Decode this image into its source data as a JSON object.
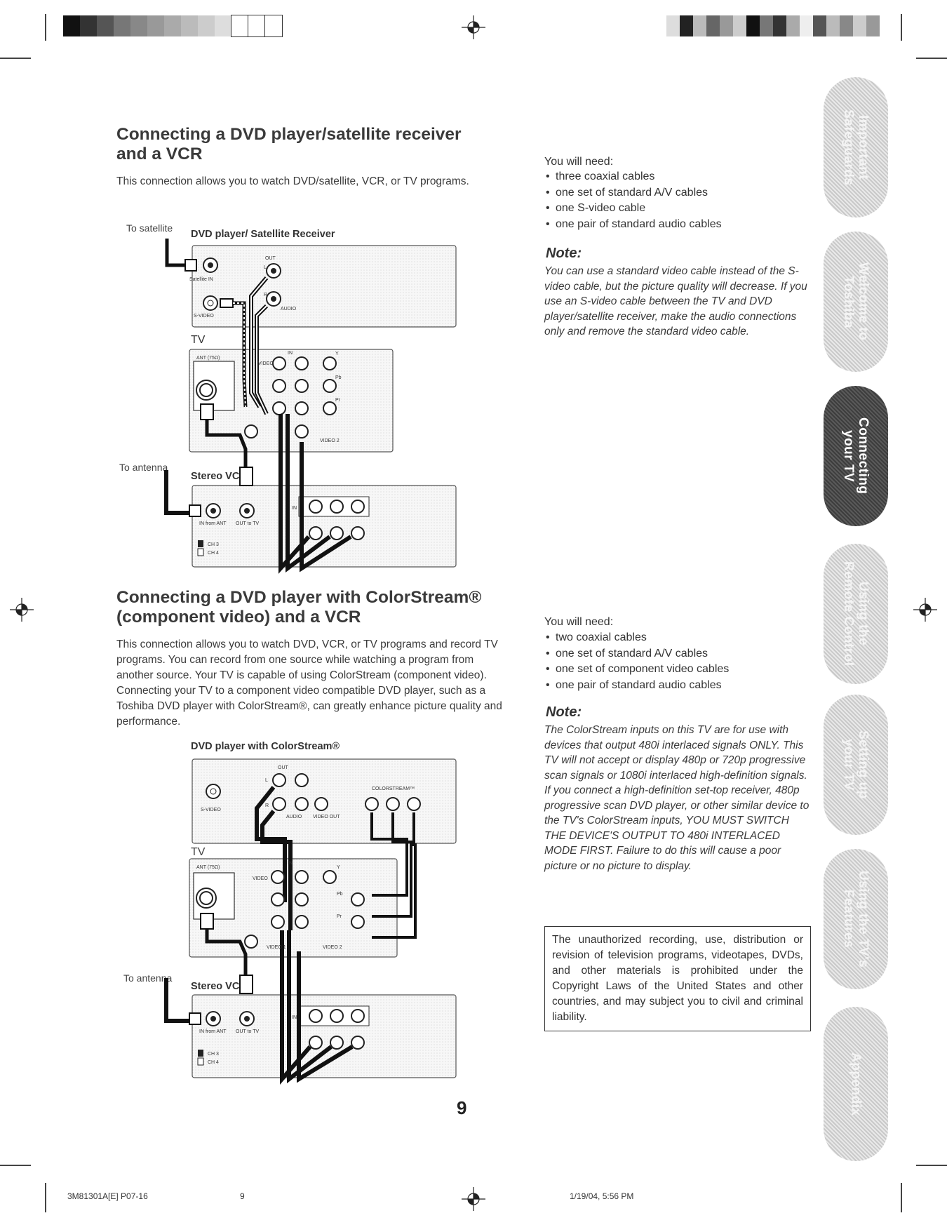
{
  "section1": {
    "title_line1": "Connecting a DVD player/satellite receiver",
    "title_line2": "and a VCR",
    "intro": "This connection allows you to watch DVD/satellite, VCR, or TV programs.",
    "need_title": "You will need:",
    "needs": [
      "three coaxial cables",
      "one set of standard A/V cables",
      "one S-video cable",
      "one pair of standard audio cables"
    ],
    "note_title": "Note:",
    "note_text": "You can use a standard video cable instead of the S-video cable, but the picture quality will decrease. If you use an S-video cable between the TV and DVD player/satellite receiver, make the audio connections only and remove the standard video cable.",
    "diagram": {
      "to_satellite": "To satellite",
      "device_label": "DVD player/ Satellite Receiver",
      "tv_label": "TV",
      "to_antenna": "To antenna",
      "vcr_label": "Stereo VCR",
      "small": {
        "out": "OUT",
        "l": "L",
        "r": "R",
        "satellite_in": "Satellite IN",
        "s_video": "S-VIDEO",
        "audio": "AUDIO",
        "in": "IN",
        "ant": "ANT (75Ω)",
        "video": "VIDEO",
        "y": "Y",
        "pb": "Pb",
        "pr": "Pr",
        "video2": "VIDEO 2",
        "in_from_ant": "IN from ANT",
        "out_to_tv": "OUT to TV",
        "ch3": "CH 3",
        "ch4": "CH 4"
      }
    }
  },
  "section2": {
    "title_line1": "Connecting a DVD player with ColorStream®",
    "title_line2": "(component video) and a VCR",
    "intro": "This connection allows you to watch DVD, VCR, or TV programs and record TV programs. You can record from one source while watching a program from another source. Your TV is capable of using ColorStream (component video). Connecting your TV to a component video compatible DVD player, such as a Toshiba DVD player with ColorStream®, can greatly enhance picture quality and performance.",
    "need_title": "You will need:",
    "needs": [
      "two coaxial cables",
      "one set of standard A/V cables",
      "one set of component video cables",
      "one pair of standard audio cables"
    ],
    "note_title": "Note:",
    "note_text": "The ColorStream inputs on this TV are for use with devices that output 480i interlaced signals ONLY. This TV will not accept or display 480p or 720p progressive scan signals or 1080i interlaced high-definition signals. If you connect a high-definition set-top receiver, 480p progressive scan DVD player, or other similar device to the TV's ColorStream inputs, YOU MUST SWITCH THE DEVICE'S OUTPUT TO 480i INTERLACED MODE FIRST. Failure to do this will cause a poor picture or no picture to display.",
    "copyright": "The unauthorized recording, use, distribution or revision of television programs, videotapes, DVDs, and other materials is prohibited under the Copyright Laws of the United States and other countries, and may subject you to civil and criminal liability.",
    "diagram": {
      "device_label": "DVD player with ColorStream®",
      "tv_label": "TV",
      "to_antenna": "To antenna",
      "vcr_label": "Stereo VCR",
      "small": {
        "out": "OUT",
        "l": "L",
        "r": "R",
        "colorstream": "COLORSTREAM™",
        "s_video": "S-VIDEO",
        "audio": "AUDIO",
        "video_out": "VIDEO OUT",
        "in": "IN",
        "ant": "ANT (75Ω)",
        "video": "VIDEO",
        "y": "Y",
        "pb": "Pb",
        "pr": "Pr",
        "video1": "VIDEO 1",
        "video2": "VIDEO 2",
        "in_from_ant": "IN from ANT",
        "out_to_tv": "OUT to TV",
        "ch3": "CH 3",
        "ch4": "CH 4"
      }
    }
  },
  "tabs": [
    {
      "label": "Important\nSafeguards",
      "active": false
    },
    {
      "label": "Welcome to\nToshiba",
      "active": false
    },
    {
      "label": "Connecting\nyour TV",
      "active": true
    },
    {
      "label": "Using the\nRemote Control",
      "active": false
    },
    {
      "label": "Setting up\nyour TV",
      "active": false
    },
    {
      "label": "Using the TV's\nFeatures",
      "active": false
    },
    {
      "label": "Appendix",
      "active": false
    }
  ],
  "page_number": "9",
  "footer": {
    "left": "3M81301A[E] P07-16",
    "center": "9",
    "right": "1/19/04, 5:56 PM"
  }
}
